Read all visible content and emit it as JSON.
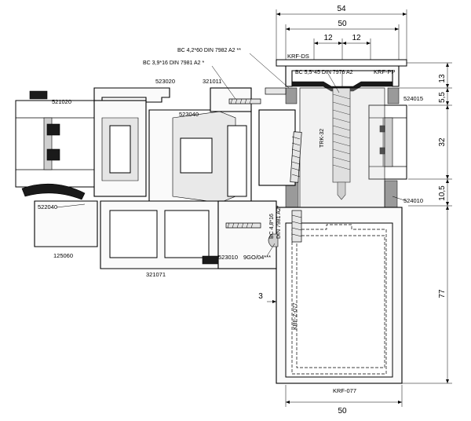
{
  "dimensions": {
    "top_overall": "54",
    "top_inner": "50",
    "top_half_left": "12",
    "top_half_right": "12",
    "right_1": "13",
    "right_2": "5,5",
    "right_3": "32",
    "right_4": "10,5",
    "right_5": "77",
    "left_gap": "3",
    "bottom_width": "50"
  },
  "labels": {
    "krf_ds": "KRF-DS",
    "krf_pp": "KRF-PP",
    "bc_42_60": "BC 4,2*60 DIN 7982 A2 **",
    "bc_39_16": "BC 3,9*16 DIN 7981 A2 *",
    "bc_55_45": "BC 5,5*45 DIN 7976 A2",
    "p523020": "523020",
    "p321011": "321011",
    "p521020": "521020",
    "p524015": "524015",
    "p523040": "523040",
    "trk32": "TRK-32",
    "bc_48_16_a": "BC 4,8*16",
    "bc_48_16_b": "DIN 7981 A2*",
    "p522040": "522040",
    "p524010": "524010",
    "p125060": "125060",
    "p523010": "523010",
    "p9go04": "9GO/04***",
    "p321071": "321071",
    "krf_z077": "KRF-Z-077",
    "krf_077": "KRF-077"
  }
}
